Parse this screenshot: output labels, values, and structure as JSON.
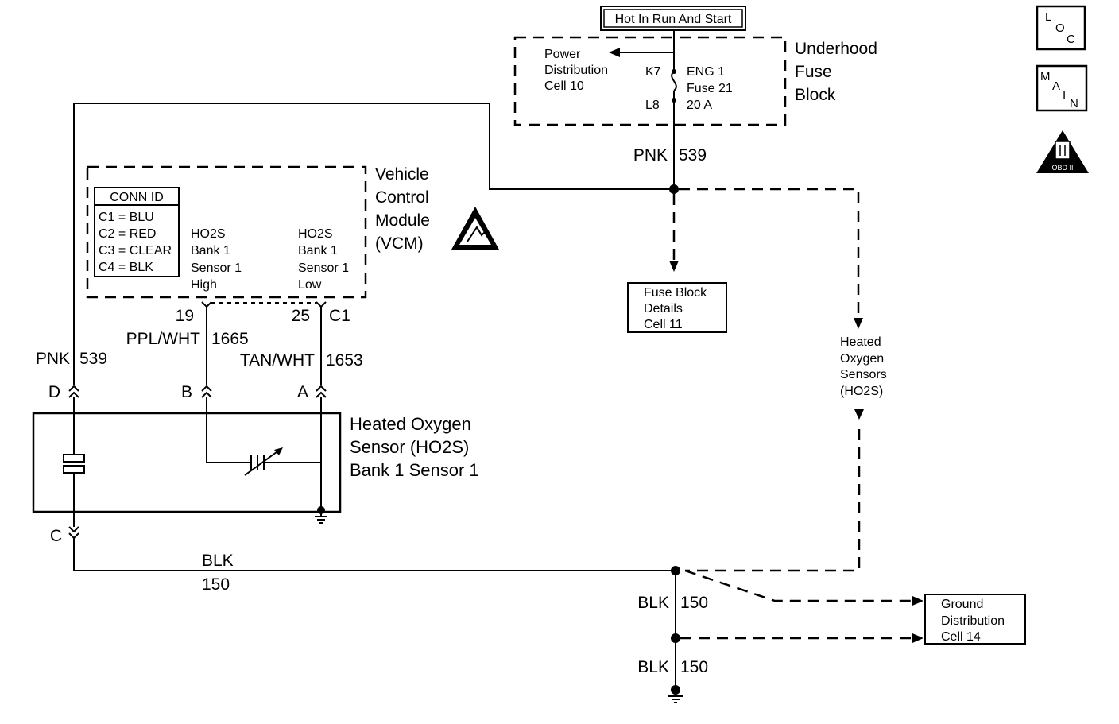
{
  "hot_in_run": "Hot In Run And Start",
  "underhood": {
    "line1": "Underhood",
    "line2": "Fuse",
    "line3": "Block"
  },
  "power_dist": {
    "line1": "Power",
    "line2": "Distribution",
    "line3": "Cell 10"
  },
  "fuse": {
    "k7": "K7",
    "l8": "L8",
    "line1": "ENG 1",
    "line2": "Fuse 21",
    "line3": "20 A"
  },
  "wire_pnk_top": {
    "color": "PNK",
    "num": "539"
  },
  "vcm": {
    "line1": "Vehicle",
    "line2": "Control",
    "line3": "Module",
    "line4": "(VCM)"
  },
  "conn_id": {
    "title": "CONN ID",
    "rows": [
      "C1 = BLU",
      "C2 = RED",
      "C3 = CLEAR",
      "C4 = BLK"
    ]
  },
  "ho2s_high": {
    "line1": "HO2S",
    "line2": "Bank 1",
    "line3": "Sensor 1",
    "line4": "High"
  },
  "ho2s_low": {
    "line1": "HO2S",
    "line2": "Bank 1",
    "line3": "Sensor 1",
    "line4": "Low"
  },
  "pins": {
    "p19": "19",
    "p25": "25",
    "c1": "C1"
  },
  "wire_ppl": {
    "color": "PPL/WHT",
    "num": "1665"
  },
  "wire_tan": {
    "color": "TAN/WHT",
    "num": "1653"
  },
  "wire_pnk_left": {
    "color": "PNK",
    "num": "539"
  },
  "connectors": {
    "d": "D",
    "b": "B",
    "a": "A",
    "c": "C"
  },
  "sensor": {
    "line1": "Heated Oxygen",
    "line2": "Sensor (HO2S)",
    "line3": "Bank 1 Sensor 1"
  },
  "fuse_block_details": {
    "line1": "Fuse Block",
    "line2": "Details",
    "line3": "Cell 11"
  },
  "heated_ref": {
    "line1": "Heated",
    "line2": "Oxygen",
    "line3": "Sensors",
    "line4": "(HO2S)"
  },
  "wire_blk_bottom": {
    "color": "BLK",
    "num": "150"
  },
  "wire_blk_mid": {
    "color": "BLK",
    "num": "150"
  },
  "wire_blk_low": {
    "color": "BLK",
    "num": "150"
  },
  "ground_dist": {
    "line1": "Ground",
    "line2": "Distribution",
    "line3": "Cell 14"
  },
  "icons": {
    "loc": "LOC",
    "main": "MAIN",
    "obd": "OBD II"
  }
}
